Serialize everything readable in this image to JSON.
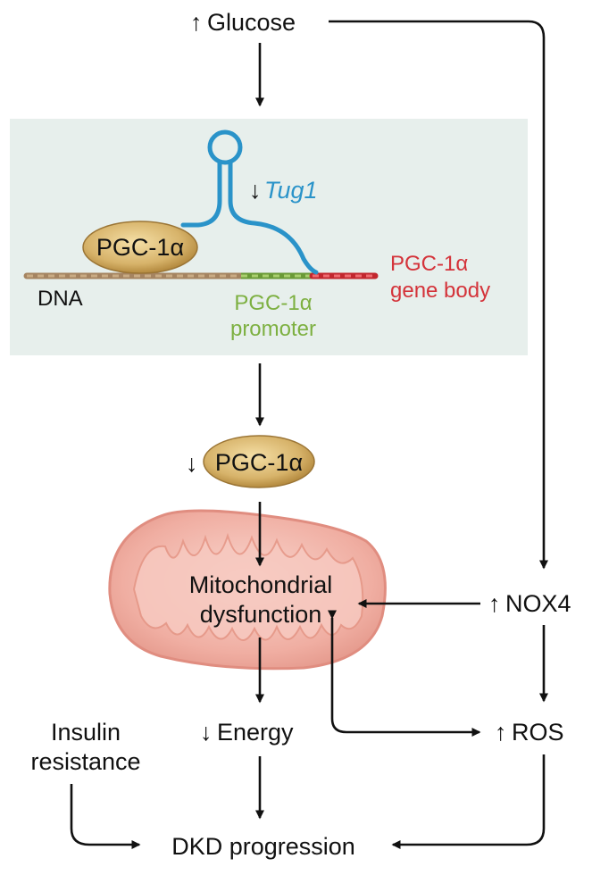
{
  "glucose": {
    "arrow": "↑",
    "label": "Glucose"
  },
  "tug1": {
    "arrow": "↓",
    "label": "Tug1"
  },
  "pgc_bound": {
    "label": "PGC-1α"
  },
  "dna": {
    "label": "DNA"
  },
  "promoter": {
    "line1": "PGC-1α",
    "line2": "promoter"
  },
  "gene_body": {
    "line1": "PGC-1α",
    "line2": "gene body"
  },
  "pgc_down": {
    "arrow": "↓",
    "label": "PGC-1α"
  },
  "mito": {
    "line1": "Mitochondrial",
    "line2": "dysfunction"
  },
  "nox4": {
    "arrow": "↑",
    "label": "NOX4"
  },
  "energy": {
    "arrow": "↓",
    "label": "Energy"
  },
  "ros": {
    "arrow": "↑",
    "label": "ROS"
  },
  "insulin": {
    "line1": "Insulin",
    "line2": "resistance"
  },
  "dkd": {
    "label": "DKD progression"
  },
  "colors": {
    "panel": "#e7efec",
    "tug1": "#2a93c9",
    "promoter": "#7db041",
    "gene_body": "#d4333a",
    "ellipse": "#d7b36a",
    "mito": "#f1b3a8"
  }
}
